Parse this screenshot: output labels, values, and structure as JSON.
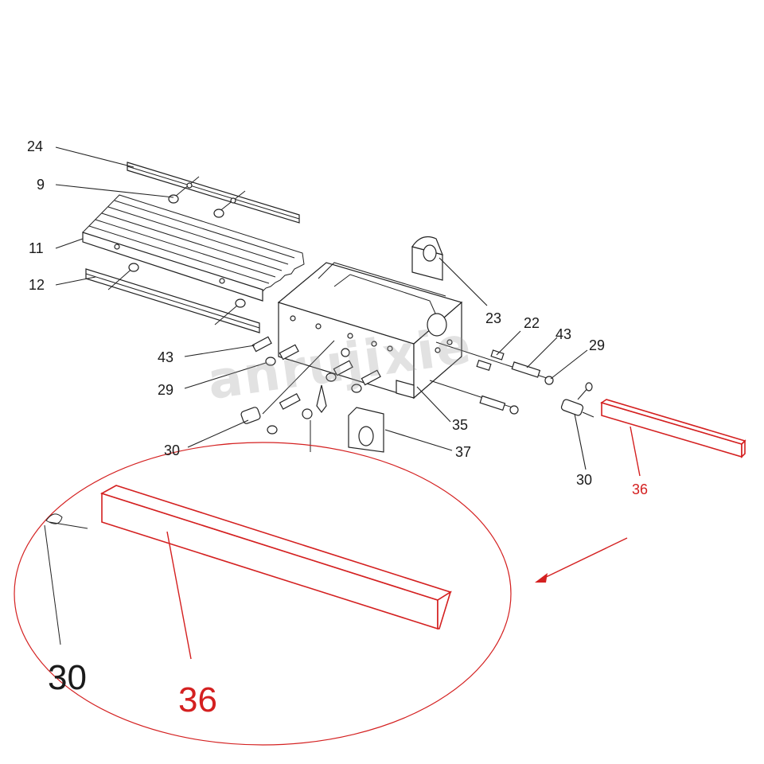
{
  "labels": {
    "p24": "24",
    "p9": "9",
    "p11": "11",
    "p12": "12",
    "p43_left": "43",
    "p29_left": "29",
    "p30_left": "30",
    "p23": "23",
    "p22": "22",
    "p43_right": "43",
    "p29_right": "29",
    "p35": "35",
    "p37": "37",
    "p30_right": "30",
    "p36": "36",
    "zoom_30": "30",
    "zoom_36": "36"
  },
  "watermark": "anrujixie",
  "colors": {
    "highlight": "#d42020",
    "ink": "#222222"
  }
}
